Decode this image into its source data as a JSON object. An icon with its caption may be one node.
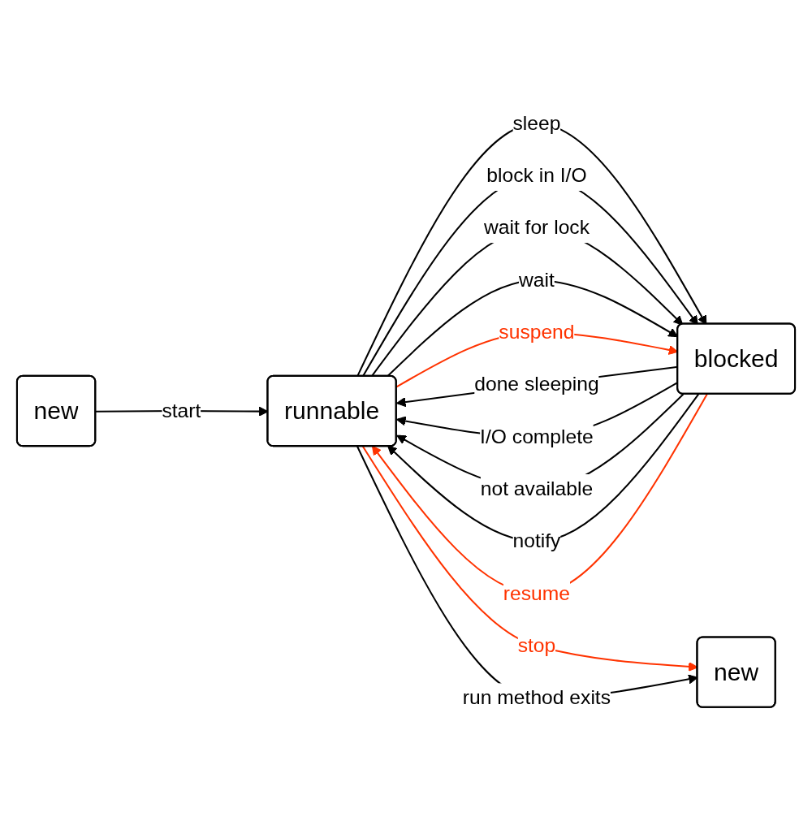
{
  "diagram": {
    "nodes": [
      {
        "text": [
          "new"
        ]
      },
      {
        "text": [
          "runnable"
        ]
      },
      {
        "text": [
          "blocked"
        ]
      },
      {
        "text": [
          "new"
        ]
      }
    ],
    "edges": [
      {
        "from": 0,
        "to": 1,
        "arrow": "to",
        "label": "start"
      },
      {
        "from": 1,
        "to": 2,
        "arrow": "to",
        "label": "sleep"
      },
      {
        "from": 2,
        "to": 1,
        "arrow": "to",
        "label": "done sleeping"
      },
      {
        "from": 1,
        "to": 2,
        "arrow": "to",
        "label": "block in I/O"
      },
      {
        "from": 2,
        "to": 1,
        "arrow": "to",
        "label": "I/O complete"
      },
      {
        "from": 1,
        "to": 2,
        "arrow": "to",
        "label": "wait for lock"
      },
      {
        "from": 2,
        "to": 1,
        "arrow": "to",
        "label": "not available"
      },
      {
        "from": 1,
        "to": 2,
        "arrow": "to",
        "label": "wait"
      },
      {
        "from": 2,
        "to": 1,
        "arrow": "to",
        "label": "notify"
      },
      {
        "from": 1,
        "to": 2,
        "arrow": "to",
        "label": "suspend",
        "color": "#ff3300"
      },
      {
        "from": 2,
        "to": 1,
        "arrow": "to",
        "label": "resume",
        "color": "#ff3300"
      },
      {
        "from": 1,
        "to": 3,
        "arrow": "to",
        "label": "stop",
        "color": "#ff3300"
      },
      {
        "from": 1,
        "to": 3,
        "arrow": "to",
        "label": "run method exits"
      }
    ]
  }
}
